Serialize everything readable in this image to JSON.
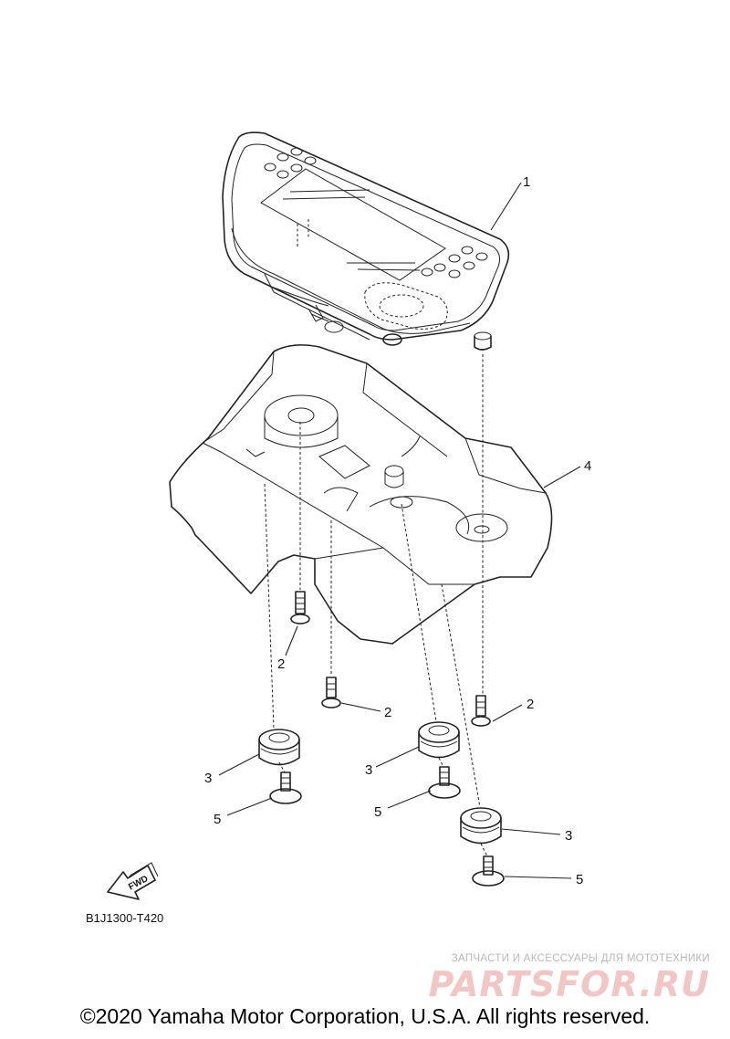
{
  "diagram": {
    "callouts": {
      "meter_assembly": "1",
      "screw_a": "2",
      "screw_b": "2",
      "screw_c": "2",
      "damper_a": "3",
      "damper_b": "3",
      "damper_c": "3",
      "bracket": "4",
      "bolt_a": "5",
      "bolt_b": "5",
      "bolt_c": "5"
    },
    "direction_label": "FWD",
    "drawing_code": "B1J1300-T420"
  },
  "watermark": {
    "tagline": "ЗАПЧАСТИ И АКСЕССУАРЫ ДЛЯ МОТОТЕХНИКИ",
    "brand": "PARTSFOR.RU"
  },
  "footer": {
    "copyright": "©2020 Yamaha Motor Corporation, U.S.A. All rights reserved."
  }
}
